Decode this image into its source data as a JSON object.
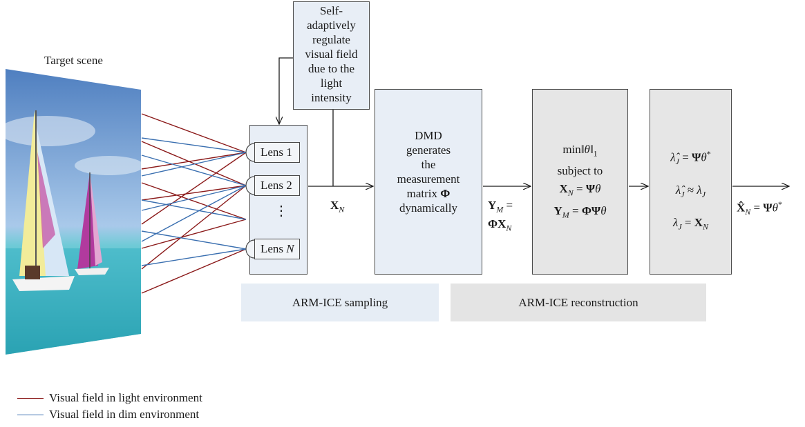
{
  "target_scene": {
    "label": "Target scene"
  },
  "self_adapt_box": {
    "lines": [
      "Self-",
      "adaptively",
      "regulate",
      "visual field",
      "due to the",
      "light",
      "intensity"
    ]
  },
  "lenses": [
    {
      "prefix": "Lens ",
      "index": "1"
    },
    {
      "prefix": "Lens ",
      "index": "2"
    },
    {
      "prefix": "Lens ",
      "index": "N"
    }
  ],
  "lens_ellipsis": "⋮",
  "xn_label": {
    "base": "X",
    "sub": "N"
  },
  "dmd_box": {
    "lines": [
      "DMD",
      "generates",
      "the",
      "measurement"
    ],
    "matrix_text": "matrix ",
    "phi": "Φ",
    "last": "dynamically"
  },
  "ym_label": {
    "base": "Y",
    "sub": "M",
    "eq": " =",
    "phi": "Φ",
    "x": "X",
    "xsub": "N"
  },
  "optim_box": {
    "line1_min": "min",
    "line1_norm": "‖θ‖",
    "line1_sub": "1",
    "line2": "subject to",
    "line3": {
      "lhs": "X",
      "lhs_sub": "N",
      "eq": " = ",
      "psi": "Ψ",
      "theta": "θ"
    },
    "line4": {
      "lhs": "Y",
      "lhs_sub": "M",
      "eq": " = ",
      "phi": "Φ",
      "psi": "Ψ",
      "theta": "θ"
    }
  },
  "lambda_box": {
    "line1": {
      "lam": "λ̂",
      "sub": "J",
      "eq": " = ",
      "psi": "Ψ",
      "theta": "θ",
      "star": "*"
    },
    "line2": {
      "lam": "λ̂",
      "sub": "J",
      "approx": " ≈ ",
      "lam2": "λ",
      "sub2": "J"
    },
    "line3": {
      "lam": "λ",
      "sub": "J",
      "eq": " = ",
      "x": "X",
      "xsub": "N"
    }
  },
  "output_label": {
    "x": "X̂",
    "sub": "N",
    "eq": " = ",
    "psi": "Ψ",
    "theta": "θ",
    "star": "*"
  },
  "bands": {
    "sampling": "ARM-ICE sampling",
    "reconstruction": "ARM-ICE reconstruction"
  },
  "legend": [
    {
      "label": "Visual field in light environment",
      "color": "#8b1a1a"
    },
    {
      "label": "Visual field in dim environment",
      "color": "#3a6fb0"
    }
  ],
  "colors": {
    "light_ray": "#8b1a1a",
    "dim_ray": "#3a6fb0",
    "sampling_fill": "#e6edf5",
    "recon_fill": "#e4e4e4",
    "box_blue": "#e8eef6",
    "box_gray": "#e6e6e6"
  }
}
